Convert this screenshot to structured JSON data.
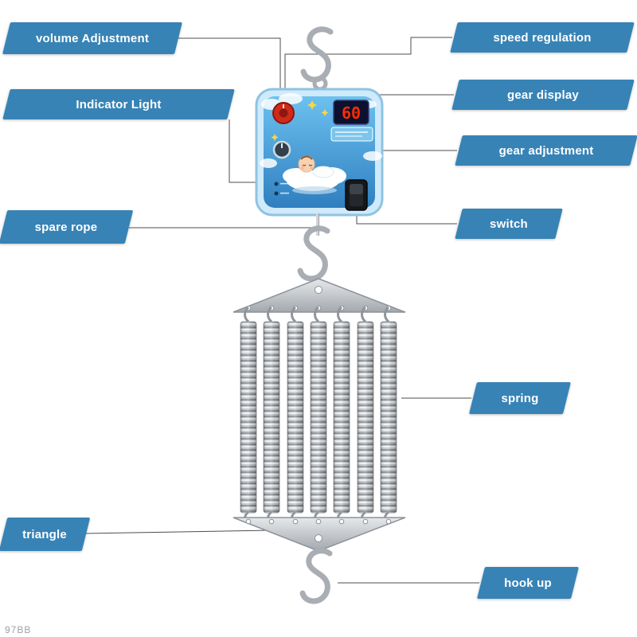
{
  "labels": [
    {
      "id": "volume-adjustment",
      "text": "volume Adjustment"
    },
    {
      "id": "speed-regulation",
      "text": "speed regulation"
    },
    {
      "id": "indicator-light",
      "text": "Indicator Light"
    },
    {
      "id": "gear-display",
      "text": "gear display"
    },
    {
      "id": "gear-adjustment",
      "text": "gear adjustment"
    },
    {
      "id": "spare-rope",
      "text": "spare rope"
    },
    {
      "id": "switch",
      "text": "switch"
    },
    {
      "id": "spring",
      "text": "spring"
    },
    {
      "id": "triangle",
      "text": "triangle"
    },
    {
      "id": "hook-up",
      "text": "hook up"
    }
  ],
  "device": {
    "gear_display_value": "60"
  },
  "watermark": "97BB",
  "colors": {
    "label_bg": "#3783b6",
    "label_text": "#ffffff",
    "connector": "#4d4d4d",
    "metal": "#a9aeb4",
    "display_digit": "#ff2b00",
    "box_blue": "#4aa3dc"
  }
}
